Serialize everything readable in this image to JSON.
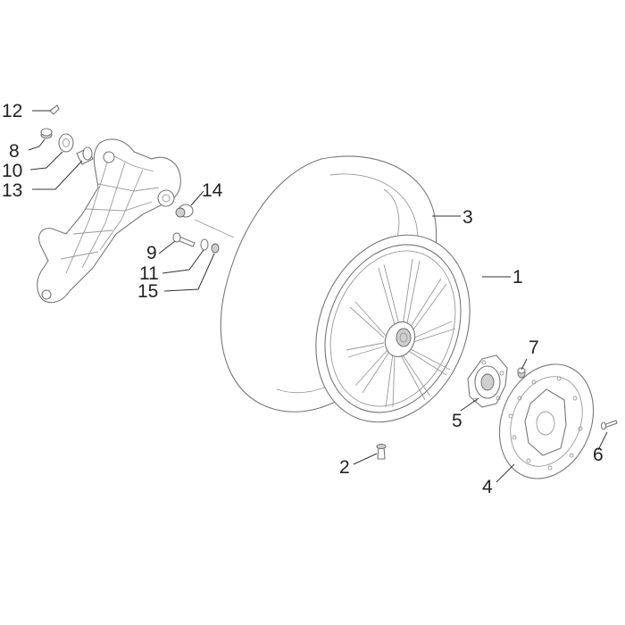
{
  "diagram": {
    "callouts": [
      {
        "id": "part-1",
        "label": "1"
      },
      {
        "id": "part-2",
        "label": "2"
      },
      {
        "id": "part-3",
        "label": "3"
      },
      {
        "id": "part-4",
        "label": "4"
      },
      {
        "id": "part-5",
        "label": "5"
      },
      {
        "id": "part-6",
        "label": "6"
      },
      {
        "id": "part-7",
        "label": "7"
      },
      {
        "id": "part-8",
        "label": "8"
      },
      {
        "id": "part-9",
        "label": "9"
      },
      {
        "id": "part-10",
        "label": "10"
      },
      {
        "id": "part-11",
        "label": "11"
      },
      {
        "id": "part-12",
        "label": "12"
      },
      {
        "id": "part-13",
        "label": "13"
      },
      {
        "id": "part-14",
        "label": "14"
      },
      {
        "id": "part-15",
        "label": "15"
      }
    ]
  }
}
